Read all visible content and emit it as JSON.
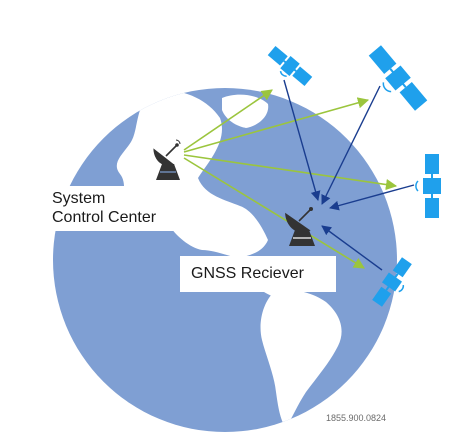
{
  "labels": {
    "control_center_line1": "System",
    "control_center_line2": "Control Center",
    "receiver": "GNSS Reciever",
    "phone": "1855.900.0824"
  },
  "colors": {
    "globe": "#7f9fd3",
    "land": "#ffffff",
    "satellite": "#1fa0ec",
    "uplink_arrow": "#9bc53d",
    "downlink_arrow": "#1a3d8f",
    "station": "#333333",
    "label_bg": "#ffffff"
  },
  "icons": {
    "ground_station": "satellite-dish-icon",
    "receiver": "satellite-dish-icon",
    "satellite": "satellite-icon"
  }
}
